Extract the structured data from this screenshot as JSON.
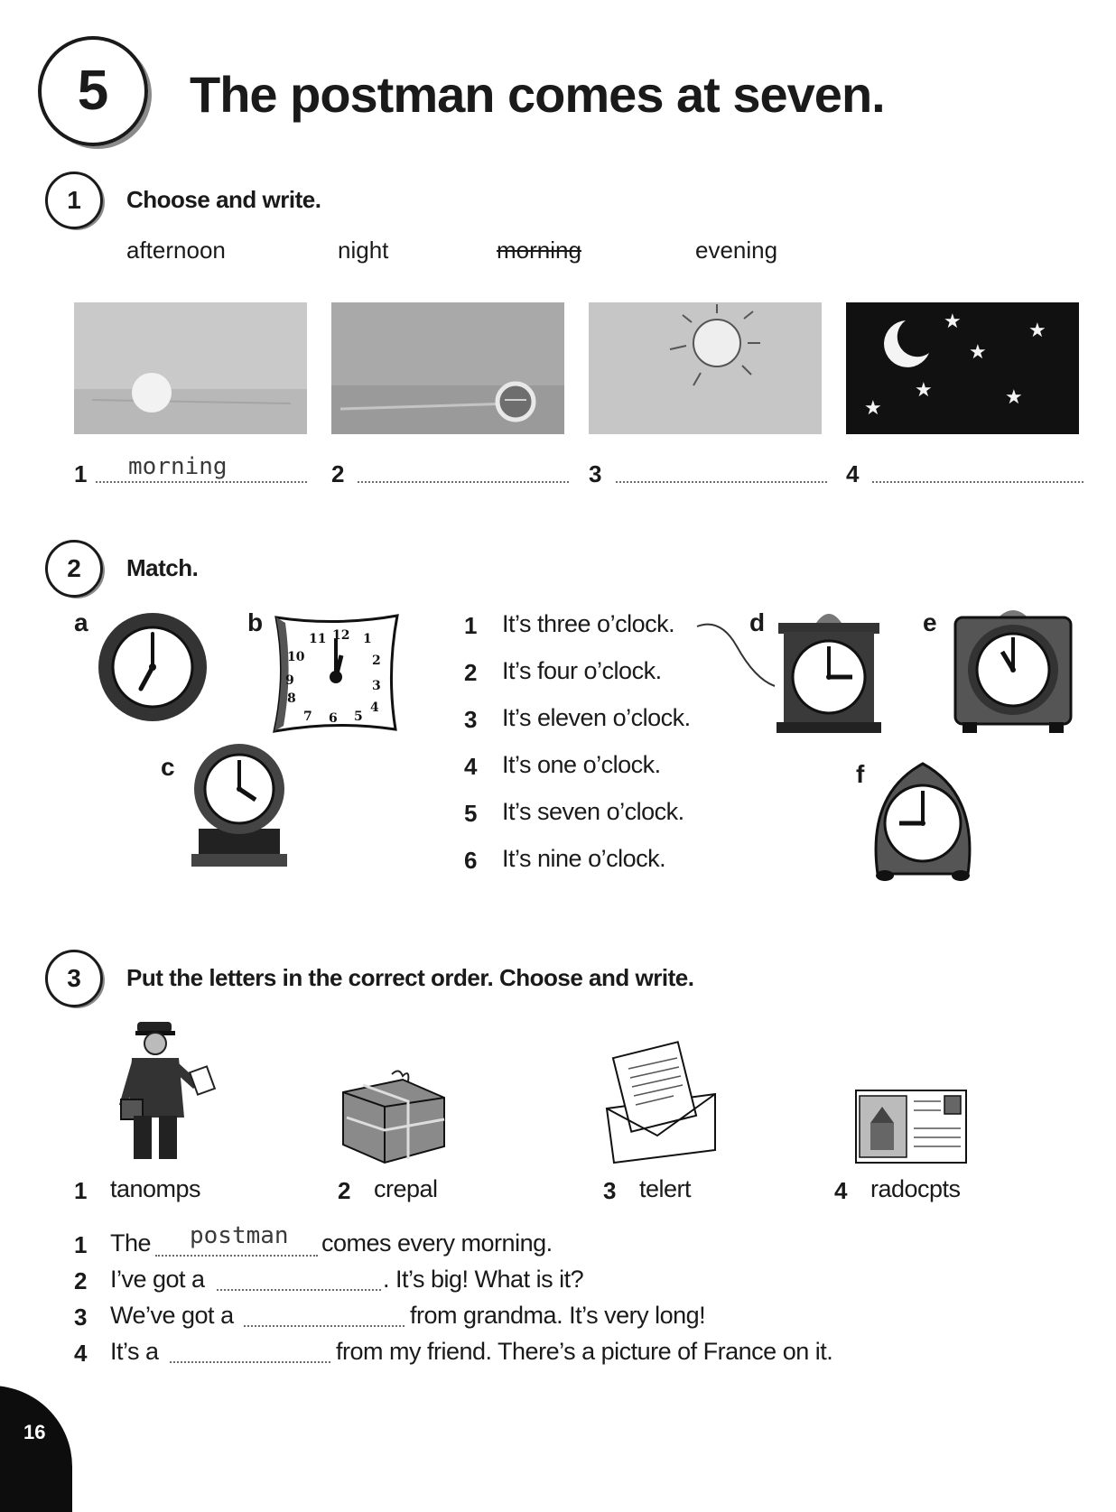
{
  "unit": {
    "number": "5",
    "title": "The postman comes at seven."
  },
  "exercise1": {
    "number": "1",
    "instruction": "Choose and write.",
    "words": [
      "afternoon",
      "night",
      "morning",
      "evening"
    ],
    "answers": [
      {
        "number": "1",
        "value": "morning"
      },
      {
        "number": "2",
        "value": ""
      },
      {
        "number": "3",
        "value": ""
      },
      {
        "number": "4",
        "value": ""
      }
    ]
  },
  "exercise2": {
    "number": "2",
    "instruction": "Match.",
    "clock_letters": [
      "a",
      "b",
      "c",
      "d",
      "e",
      "f"
    ],
    "sentences": [
      {
        "number": "1",
        "text": "It’s three o’clock."
      },
      {
        "number": "2",
        "text": "It’s four o’clock."
      },
      {
        "number": "3",
        "text": "It’s eleven o’clock."
      },
      {
        "number": "4",
        "text": "It’s one o’clock."
      },
      {
        "number": "5",
        "text": "It’s seven o’clock."
      },
      {
        "number": "6",
        "text": "It’s nine o’clock."
      }
    ]
  },
  "exercise3": {
    "number": "3",
    "instruction": "Put the letters in the correct order. Choose and write.",
    "scrambled": [
      {
        "number": "1",
        "word": "tanomps"
      },
      {
        "number": "2",
        "word": "crepal"
      },
      {
        "number": "3",
        "word": "telert"
      },
      {
        "number": "4",
        "word": "radocpts"
      }
    ],
    "sentences": [
      {
        "number": "1",
        "before": "The",
        "answer": "postman",
        "after": "comes every morning."
      },
      {
        "number": "2",
        "before": "I’ve got a",
        "answer": "",
        "after": ". It’s big! What is it?"
      },
      {
        "number": "3",
        "before": "We’ve got a",
        "answer": "",
        "after": "from grandma. It’s very long!"
      },
      {
        "number": "4",
        "before": "It’s a",
        "answer": "",
        "after": "from my friend. There’s a picture of France on it."
      }
    ]
  },
  "page_number": "16"
}
